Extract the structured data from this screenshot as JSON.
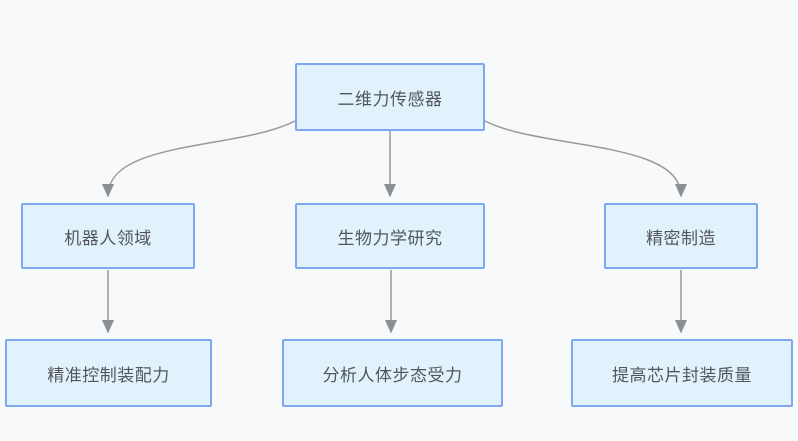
{
  "diagram": {
    "type": "flowchart",
    "nodes": {
      "root": {
        "label": "二维力传感器"
      },
      "robotics": {
        "label": "机器人领域"
      },
      "biomech": {
        "label": "生物力学研究"
      },
      "precision": {
        "label": "精密制造"
      },
      "assembly": {
        "label": "精准控制装配力"
      },
      "gait": {
        "label": "分析人体步态受力"
      },
      "chip": {
        "label": "提高芯片封装质量"
      }
    },
    "edges": [
      {
        "from": "root",
        "to": "robotics"
      },
      {
        "from": "root",
        "to": "biomech"
      },
      {
        "from": "root",
        "to": "precision"
      },
      {
        "from": "robotics",
        "to": "assembly"
      },
      {
        "from": "biomech",
        "to": "gait"
      },
      {
        "from": "precision",
        "to": "chip"
      }
    ],
    "colors": {
      "background": "#f7f9fb",
      "node_fill": "#e2f2fc",
      "node_border": "#7da7f0",
      "node_text": "#53575c",
      "connector_line": "#999999",
      "arrowhead": "#8b9094"
    }
  }
}
